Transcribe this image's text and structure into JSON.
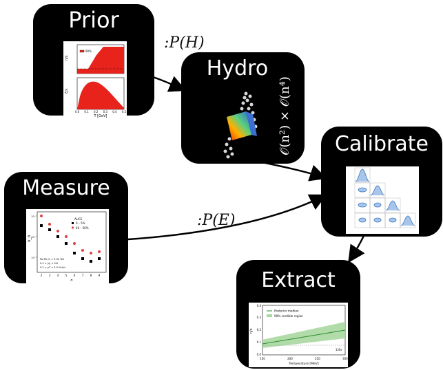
{
  "nodes": {
    "prior": {
      "title": "Prior",
      "plot": {
        "top_ylabel": "η/s",
        "bottom_ylabel": "ζ/s",
        "xlabel": "T [GeV]",
        "x_ticks": [
          "0.0",
          "0.1",
          "0.2",
          "0.3",
          "0.4",
          "0.5"
        ],
        "legend": "90%"
      }
    },
    "hydro": {
      "title": "Hydro",
      "complexity": "𝒪(n²) × 𝒪(n⁴)"
    },
    "calibrate": {
      "title": "Calibrate"
    },
    "measure": {
      "title": "Measure",
      "plot": {
        "ylabel": "v_n",
        "xlabel": "n",
        "legend_title": "ALICE",
        "legend_items": [
          "0 – 5%",
          "40 – 50%"
        ],
        "annotation_lines": [
          "Pb-Pb √s = 5.02 TeV",
          "0.4 < |η| < 0.8",
          "0.2 < pT < 5.0 GeV/c"
        ],
        "x_ticks": [
          "2",
          "3",
          "4",
          "5",
          "6",
          "7",
          "8",
          "9"
        ],
        "y_ticks": [
          "10⁻¹",
          "10⁻²",
          "10⁻³"
        ]
      }
    },
    "extract": {
      "title": "Extract",
      "plot": {
        "legend_items": [
          "Posterior median",
          "90% credible region"
        ],
        "ylabel": "η/s",
        "xlabel": "Temperature [MeV]",
        "x_ticks": [
          "150",
          "200",
          "250",
          "300"
        ],
        "y_ticks": [
          "0.0",
          "0.1",
          "0.2",
          "0.3",
          "0.4"
        ],
        "annotation": "1/4π",
        "color_median": "#2e8b2e",
        "color_band": "#a8d8a0"
      }
    }
  },
  "edges": {
    "prior_to_hydro_label": ":P(H)",
    "measure_to_calibrate_label": ":P(E)"
  },
  "colors": {
    "box": "#000000",
    "prior_fill": "#e8231c",
    "posterior_blue": "#3a78c2"
  }
}
